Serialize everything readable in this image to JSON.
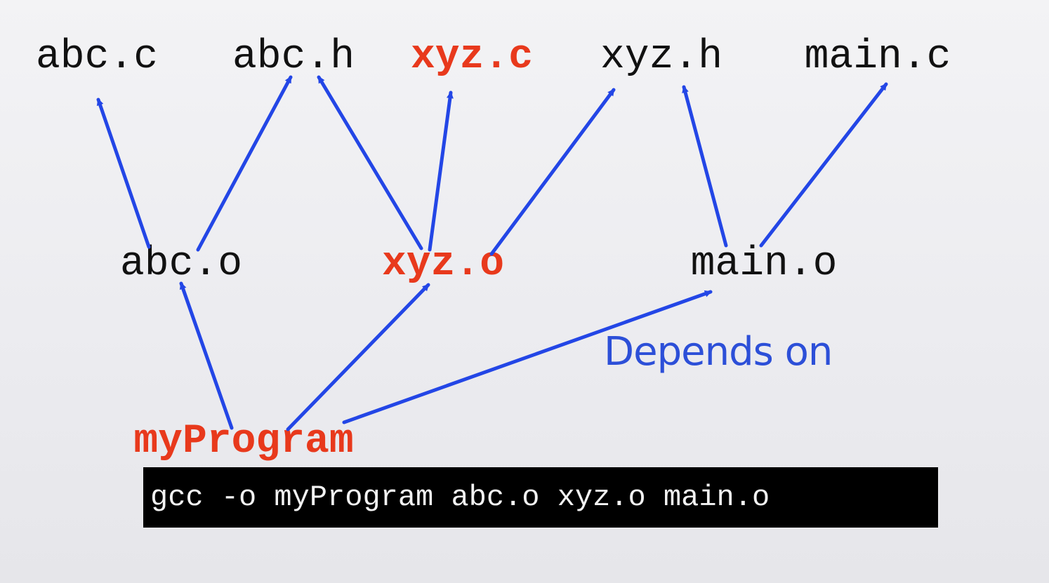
{
  "nodes": {
    "abc_c": {
      "label": "abc.c",
      "highlighted": false
    },
    "abc_h": {
      "label": "abc.h",
      "highlighted": false
    },
    "xyz_c": {
      "label": "xyz.c",
      "highlighted": true
    },
    "xyz_h": {
      "label": "xyz.h",
      "highlighted": false
    },
    "main_c": {
      "label": "main.c",
      "highlighted": false
    },
    "abc_o": {
      "label": "abc.o",
      "highlighted": false
    },
    "xyz_o": {
      "label": "xyz.o",
      "highlighted": true
    },
    "main_o": {
      "label": "main.o",
      "highlighted": false
    },
    "myProgram": {
      "label": "myProgram",
      "highlighted": true
    }
  },
  "edges": [
    {
      "from": "abc_o",
      "to": "abc_c"
    },
    {
      "from": "abc_o",
      "to": "abc_h"
    },
    {
      "from": "xyz_o",
      "to": "abc_h"
    },
    {
      "from": "xyz_o",
      "to": "xyz_c"
    },
    {
      "from": "xyz_o",
      "to": "xyz_h"
    },
    {
      "from": "main_o",
      "to": "xyz_h"
    },
    {
      "from": "main_o",
      "to": "main_c"
    },
    {
      "from": "myProgram",
      "to": "abc_o"
    },
    {
      "from": "myProgram",
      "to": "xyz_o"
    },
    {
      "from": "myProgram",
      "to": "main_o"
    }
  ],
  "legend": {
    "text": "Depends on"
  },
  "command": {
    "text": "gcc -o myProgram abc.o xyz.o main.o"
  },
  "colors": {
    "arrow": "#2346e6",
    "highlight": "#e8391c",
    "text": "#111111",
    "legend": "#2c4fd8",
    "command_bg": "#000000",
    "command_text": "#f2f2f2"
  }
}
